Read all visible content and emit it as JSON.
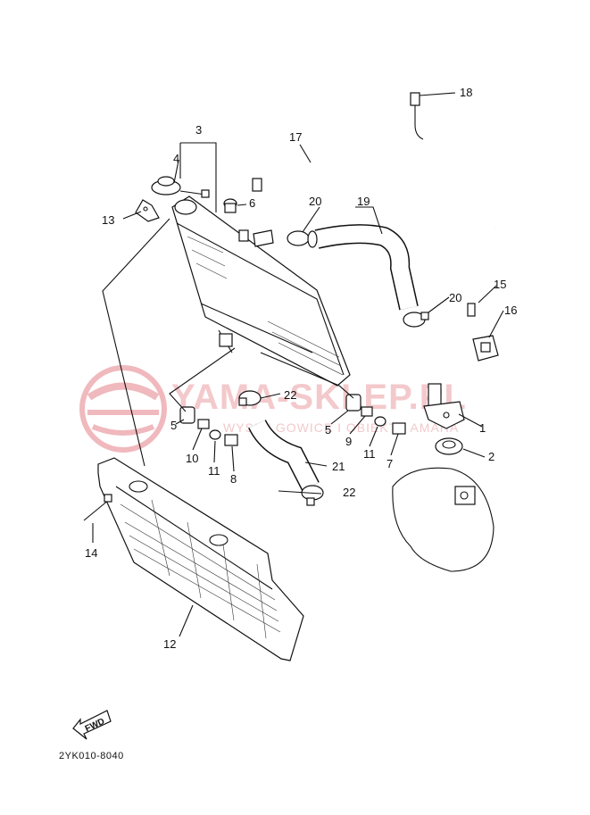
{
  "watermark": {
    "brand": "YAMA-SKLEP.PL",
    "tagline": "WYSIELGOWICE I OBIEKTY AMAHA",
    "color": "#e88990"
  },
  "direction_badge": "FWD",
  "drawing_code": "2YK010-8040",
  "callouts": [
    {
      "id": "c1",
      "text": "1"
    },
    {
      "id": "c2",
      "text": "2"
    },
    {
      "id": "c3",
      "text": "3"
    },
    {
      "id": "c4",
      "text": "4"
    },
    {
      "id": "c5a",
      "text": "5"
    },
    {
      "id": "c5b",
      "text": "5"
    },
    {
      "id": "c6",
      "text": "6"
    },
    {
      "id": "c7",
      "text": "7"
    },
    {
      "id": "c8",
      "text": "8"
    },
    {
      "id": "c9",
      "text": "9"
    },
    {
      "id": "c10",
      "text": "10"
    },
    {
      "id": "c11a",
      "text": "11"
    },
    {
      "id": "c11b",
      "text": "11"
    },
    {
      "id": "c12",
      "text": "12"
    },
    {
      "id": "c13",
      "text": "13"
    },
    {
      "id": "c14",
      "text": "14"
    },
    {
      "id": "c15",
      "text": "15"
    },
    {
      "id": "c16",
      "text": "16"
    },
    {
      "id": "c17",
      "text": "17"
    },
    {
      "id": "c18",
      "text": "18"
    },
    {
      "id": "c19",
      "text": "19"
    },
    {
      "id": "c20a",
      "text": "20"
    },
    {
      "id": "c20b",
      "text": "20"
    },
    {
      "id": "c21",
      "text": "21"
    },
    {
      "id": "c22a",
      "text": "22"
    },
    {
      "id": "c22b",
      "text": "22"
    }
  ]
}
